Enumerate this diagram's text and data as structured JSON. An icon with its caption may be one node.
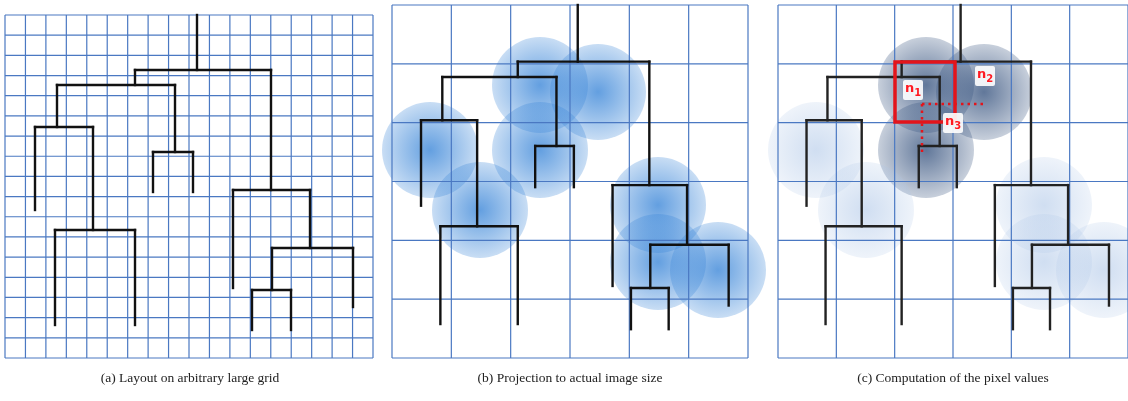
{
  "diagram": {
    "labels": [
      "n$_{1}$",
      "n$_{2}$",
      "n$_{3}$",
      "(a)  Layout on arbitrary large grid",
      "(b)  Projection to actual image size",
      "(c)  Computation of the pixel values"
    ]
  }
}
